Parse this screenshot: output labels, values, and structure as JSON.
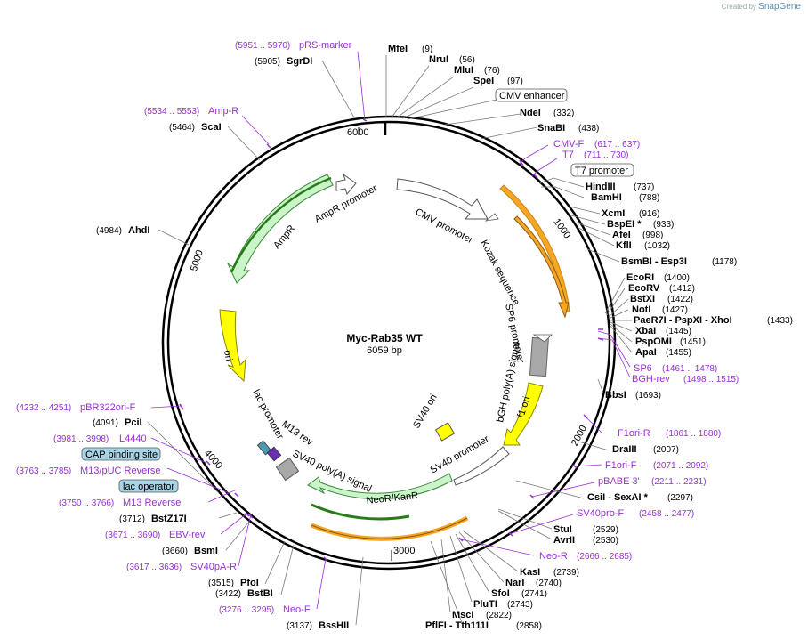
{
  "credit": {
    "created_by": "Created by",
    "brand": "SnapGene"
  },
  "plasmid": {
    "name": "Myc-Rab35 WT",
    "size": "6059 bp"
  },
  "ticks": [
    "1000",
    "2000",
    "3000",
    "4000",
    "5000",
    "6000"
  ],
  "enzymes": [
    {
      "name": "MfeI",
      "pos": "(9)"
    },
    {
      "name": "NruI",
      "pos": "(56)"
    },
    {
      "name": "MluI",
      "pos": "(76)"
    },
    {
      "name": "SpeI",
      "pos": "(97)"
    },
    {
      "name": "NdeI",
      "pos": "(332)"
    },
    {
      "name": "SnaBI",
      "pos": "(438)"
    },
    {
      "name": "HindIII",
      "pos": "(737)"
    },
    {
      "name": "BamHI",
      "pos": "(788)"
    },
    {
      "name": "XcmI",
      "pos": "(916)"
    },
    {
      "name": "BspEI *",
      "pos": "(933)"
    },
    {
      "name": "AfeI",
      "pos": "(998)"
    },
    {
      "name": "KflI",
      "pos": "(1032)"
    },
    {
      "name": "BsmBI - Esp3I",
      "pos": "(1178)"
    },
    {
      "name": "EcoRI",
      "pos": "(1400)"
    },
    {
      "name": "EcoRV",
      "pos": "(1412)"
    },
    {
      "name": "BstXI",
      "pos": "(1422)"
    },
    {
      "name": "NotI",
      "pos": "(1427)"
    },
    {
      "name": "PaeR7I - PspXI - XhoI",
      "pos": "(1433)"
    },
    {
      "name": "XbaI",
      "pos": "(1445)"
    },
    {
      "name": "PspOMI",
      "pos": "(1451)"
    },
    {
      "name": "ApaI",
      "pos": "(1455)"
    },
    {
      "name": "BbsI",
      "pos": "(1693)"
    },
    {
      "name": "DraIII",
      "pos": "(2007)"
    },
    {
      "name": "CsiI - SexAI *",
      "pos": "(2297)"
    },
    {
      "name": "StuI",
      "pos": "(2529)"
    },
    {
      "name": "AvrII",
      "pos": "(2530)"
    },
    {
      "name": "KasI",
      "pos": "(2739)"
    },
    {
      "name": "NarI",
      "pos": "(2740)"
    },
    {
      "name": "SfoI",
      "pos": "(2741)"
    },
    {
      "name": "PluTI",
      "pos": "(2743)"
    },
    {
      "name": "MscI",
      "pos": "(2822)"
    },
    {
      "name": "PflFI - Tth111I",
      "pos": "(2858)"
    },
    {
      "name": "BssHII",
      "pos": "(3137)"
    },
    {
      "name": "BstBI",
      "pos": "(3422)"
    },
    {
      "name": "PfoI",
      "pos": "(3515)"
    },
    {
      "name": "BsmI",
      "pos": "(3660)"
    },
    {
      "name": "BstZ17I",
      "pos": "(3712)"
    },
    {
      "name": "PciI",
      "pos": "(4091)"
    },
    {
      "name": "AhdI",
      "pos": "(4984)"
    },
    {
      "name": "ScaI",
      "pos": "(5464)"
    },
    {
      "name": "SgrDI",
      "pos": "(5905)"
    }
  ],
  "primers": [
    {
      "name": "pRS-marker",
      "pos": "(5951 .. 5970)"
    },
    {
      "name": "Amp-R",
      "pos": "(5534 .. 5553)"
    },
    {
      "name": "CMV-F",
      "pos": "(617 .. 637)"
    },
    {
      "name": "T7",
      "pos": "(711 .. 730)"
    },
    {
      "name": "SP6",
      "pos": "(1461 .. 1478)"
    },
    {
      "name": "BGH-rev",
      "pos": "(1498 .. 1515)"
    },
    {
      "name": "F1ori-R",
      "pos": "(1861 .. 1880)"
    },
    {
      "name": "F1ori-F",
      "pos": "(2071 .. 2092)"
    },
    {
      "name": "pBABE 3'",
      "pos": "(2211 .. 2231)"
    },
    {
      "name": "SV40pro-F",
      "pos": "(2458 .. 2477)"
    },
    {
      "name": "Neo-R",
      "pos": "(2666 .. 2685)"
    },
    {
      "name": "Neo-F",
      "pos": "(3276 .. 3295)"
    },
    {
      "name": "SV40pA-R",
      "pos": "(3617 .. 3636)"
    },
    {
      "name": "EBV-rev",
      "pos": "(3671 .. 3690)"
    },
    {
      "name": "M13 Reverse",
      "pos": "(3750 .. 3766)"
    },
    {
      "name": "M13/pUC Reverse",
      "pos": "(3763 .. 3785)"
    },
    {
      "name": "L4440",
      "pos": "(3981 .. 3998)"
    },
    {
      "name": "pBR322ori-F",
      "pos": "(4232 .. 4251)"
    }
  ],
  "boxed_features": [
    "CMV enhancer",
    "T7 promoter",
    "CAP binding site",
    "lac operator"
  ],
  "features": [
    "CMV promoter",
    "Kozak sequence",
    "SP6 promoter",
    "bGH poly(A) signal",
    "f1 ori",
    "SV40 promoter",
    "NeoR/KanR",
    "SV40 poly(A) signal",
    "SV40 ori",
    "M13 rev",
    "lac promoter",
    "ori",
    "AmpR",
    "AmpR promoter"
  ],
  "colors": {
    "primer": "#9a2fd6",
    "ampr": "#c9f5c9",
    "ori": "#ffff00",
    "orange": "#f5a623",
    "sv40ori": "#ffff00",
    "grey": "#a8a8a8",
    "cap_box": "#a8d4e6"
  }
}
